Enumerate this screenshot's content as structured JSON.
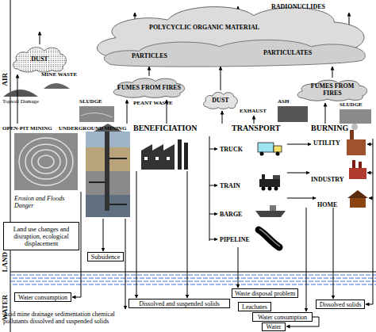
{
  "diagram": {
    "nodes": [
      {
        "text": [
          "POLYCYCLIC ORGANIC MATERIAL",
          "RADIONUCLIDES",
          "PARTICLES",
          "PARTICULATES"
        ]
      },
      {
        "text": [
          "DUST"
        ]
      },
      {
        "text": [
          "FUMES FROM FIRES"
        ]
      },
      {
        "text": [
          "DUST"
        ]
      },
      {
        "text": [
          "FUMES FROM FIRES"
        ]
      },
      {
        "text": [
          "Land use changes and disruption, ecological displacement"
        ]
      },
      {
        "text": [
          "Subsidence"
        ]
      },
      {
        "text": [
          "Water consumption"
        ]
      },
      {
        "text": [
          "Waste disposal problem"
        ]
      },
      {
        "text": [
          "Dissolved and suspended solids"
        ]
      },
      {
        "text": [
          "Leachates"
        ]
      },
      {
        "text": [
          "Water consumption"
        ]
      },
      {
        "text": [
          "Water"
        ]
      },
      {
        "text": [
          "Dissolved solids"
        ]
      }
    ],
    "edges": [
      {
        "from": 2,
        "to": 0,
        "arrow": "to"
      },
      {
        "from": 3,
        "to": 0,
        "arrow": "to"
      },
      {
        "from": 4,
        "to": 0,
        "arrow": "to"
      }
    ],
    "labels": [
      "AIR",
      "LAND",
      "WATER",
      "MINE WASTE",
      "PEANT WASTE",
      "EXHAUST",
      "Topsoil Damage",
      "SLUDGE",
      "ASH",
      "SLUDGE",
      "OPEN-PIT MINING",
      "UNDERGROUND MINING",
      "BENEFICIATION",
      "TRANSPORT",
      "BURNING",
      "TRUCK",
      "TRAIN",
      "BARGE",
      "PIPELINE",
      "UTILITY",
      "INDUSTRY",
      "HOME",
      "Erosion and Floods Danger",
      "Acid mine drainage sedimentation chemical pollutants dissolved and suspended solids"
    ]
  }
}
